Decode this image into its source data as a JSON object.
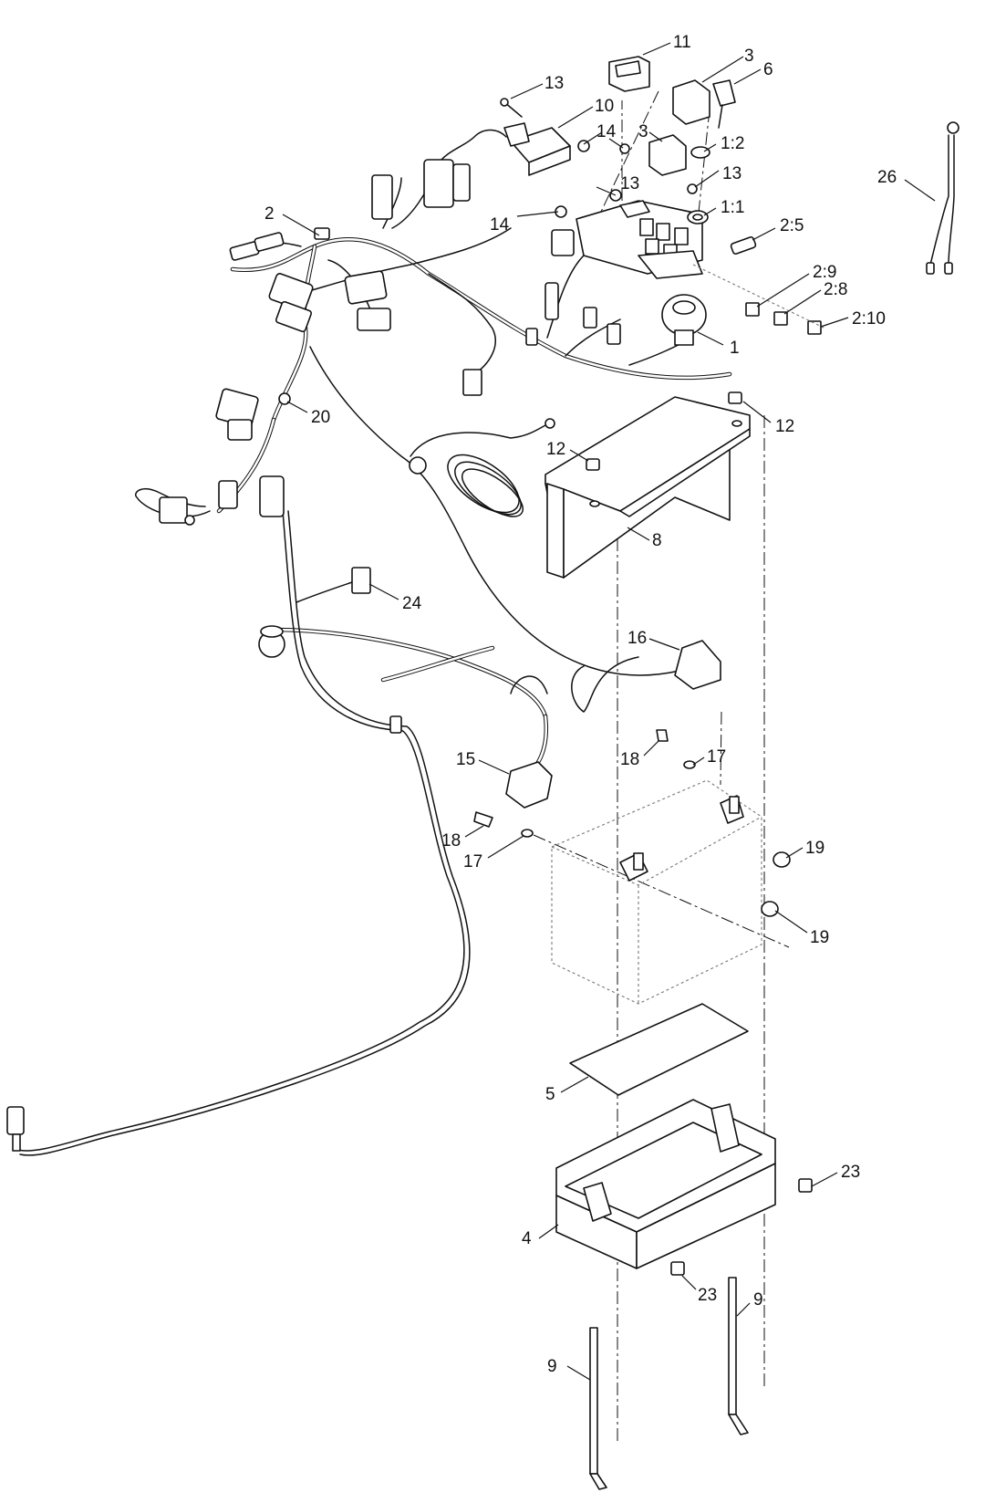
{
  "callouts": [
    {
      "id": "c-11",
      "text": "11"
    },
    {
      "id": "c-3a",
      "text": "3"
    },
    {
      "id": "c-6",
      "text": "6"
    },
    {
      "id": "c-13a",
      "text": "13"
    },
    {
      "id": "c-10",
      "text": "10"
    },
    {
      "id": "c-14a",
      "text": "14"
    },
    {
      "id": "c-3b",
      "text": "3"
    },
    {
      "id": "c-1-2",
      "text": "1:2"
    },
    {
      "id": "c-13b",
      "text": "13"
    },
    {
      "id": "c-13c",
      "text": "13"
    },
    {
      "id": "c-26",
      "text": "26"
    },
    {
      "id": "c-2",
      "text": "2"
    },
    {
      "id": "c-14b",
      "text": "14"
    },
    {
      "id": "c-1-1",
      "text": "1:1"
    },
    {
      "id": "c-2-5",
      "text": "2:5"
    },
    {
      "id": "c-2-9",
      "text": "2:9"
    },
    {
      "id": "c-2-8",
      "text": "2:8"
    },
    {
      "id": "c-2-10",
      "text": "2:10"
    },
    {
      "id": "c-1",
      "text": "1"
    },
    {
      "id": "c-20",
      "text": "20"
    },
    {
      "id": "c-12a",
      "text": "12"
    },
    {
      "id": "c-12b",
      "text": "12"
    },
    {
      "id": "c-8",
      "text": "8"
    },
    {
      "id": "c-24",
      "text": "24"
    },
    {
      "id": "c-16",
      "text": "16"
    },
    {
      "id": "c-18a",
      "text": "18"
    },
    {
      "id": "c-17a",
      "text": "17"
    },
    {
      "id": "c-15",
      "text": "15"
    },
    {
      "id": "c-19a",
      "text": "19"
    },
    {
      "id": "c-18b",
      "text": "18"
    },
    {
      "id": "c-17b",
      "text": "17"
    },
    {
      "id": "c-19b",
      "text": "19"
    },
    {
      "id": "c-5",
      "text": "5"
    },
    {
      "id": "c-23a",
      "text": "23"
    },
    {
      "id": "c-4",
      "text": "4"
    },
    {
      "id": "c-23b",
      "text": "23"
    },
    {
      "id": "c-9a",
      "text": "9"
    },
    {
      "id": "c-9b",
      "text": "9"
    }
  ]
}
